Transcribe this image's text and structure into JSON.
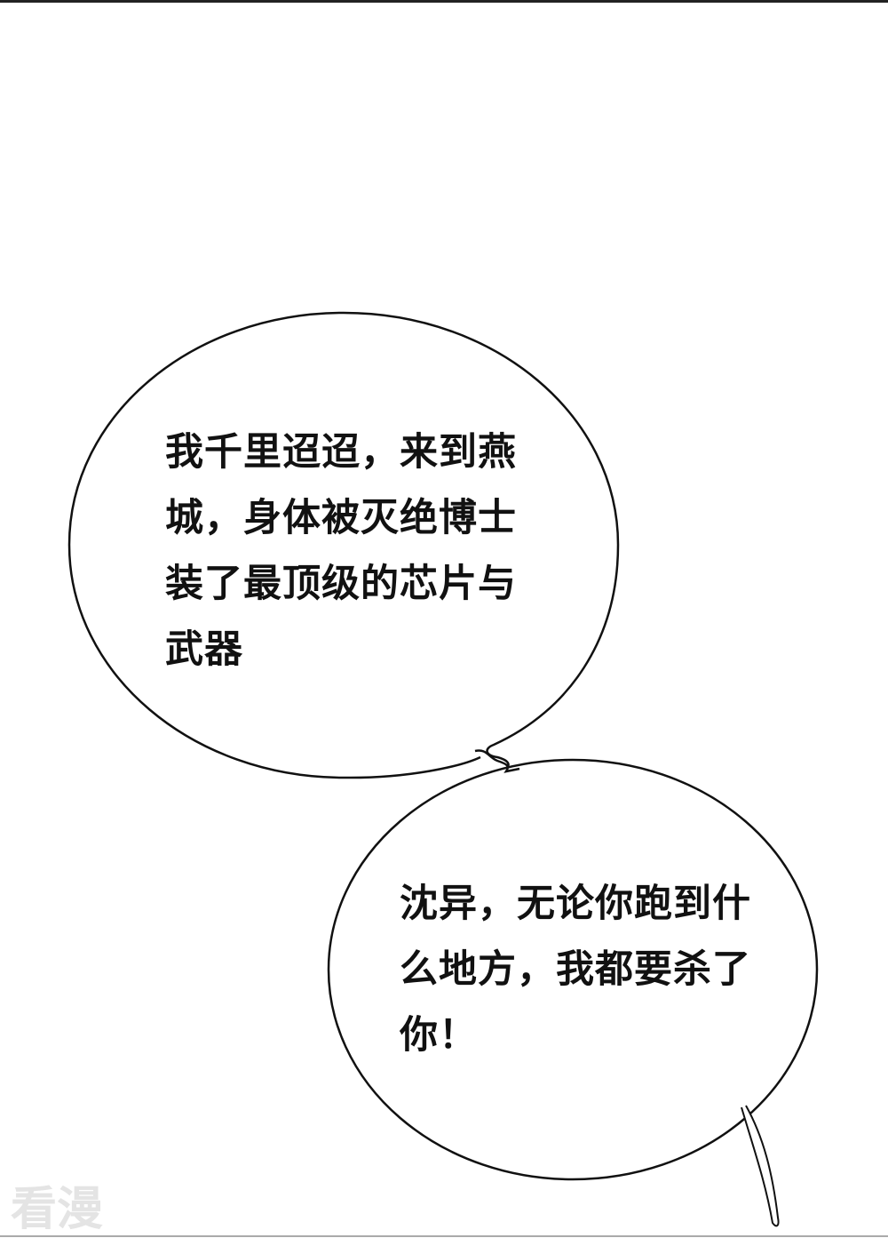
{
  "bubble_1": {
    "lines": [
      "我千里迢迢，来到燕",
      "城，身体被灭绝博士",
      "装了最顶级的芯片与",
      "武器"
    ]
  },
  "bubble_2": {
    "lines": [
      "沈异，无论你跑到什",
      "么地方，我都要杀了",
      "你！"
    ]
  },
  "watermark": "看漫"
}
